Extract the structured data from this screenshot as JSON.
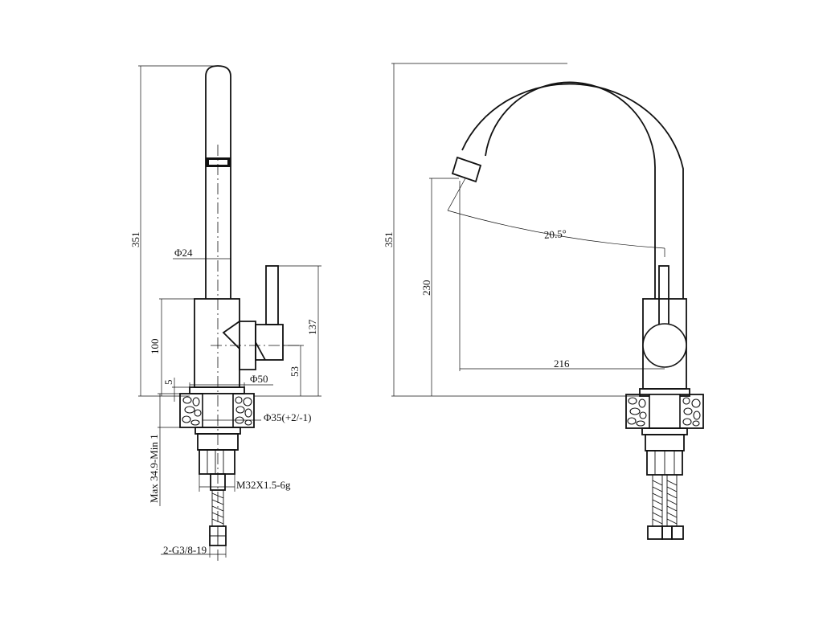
{
  "dimensions": {
    "side_total_height": "351",
    "spout_diameter": "Φ24",
    "body_height": "100",
    "lever_height": "137",
    "lever_pivot_height": "53",
    "flange_thickness": "5",
    "base_diameter": "Φ50",
    "hole_diameter": "Φ35(+2/-1)",
    "counter_thickness": "Max  34.9-Min  1",
    "thread": "M32X1.5-6g",
    "hose_thread": "2-G3/8-19",
    "front_total_height": "351",
    "spout_outlet_height": "230",
    "swivel_angle": "20.5°",
    "reach": "216"
  },
  "colors": {
    "line": "#111111",
    "background": "#ffffff"
  }
}
